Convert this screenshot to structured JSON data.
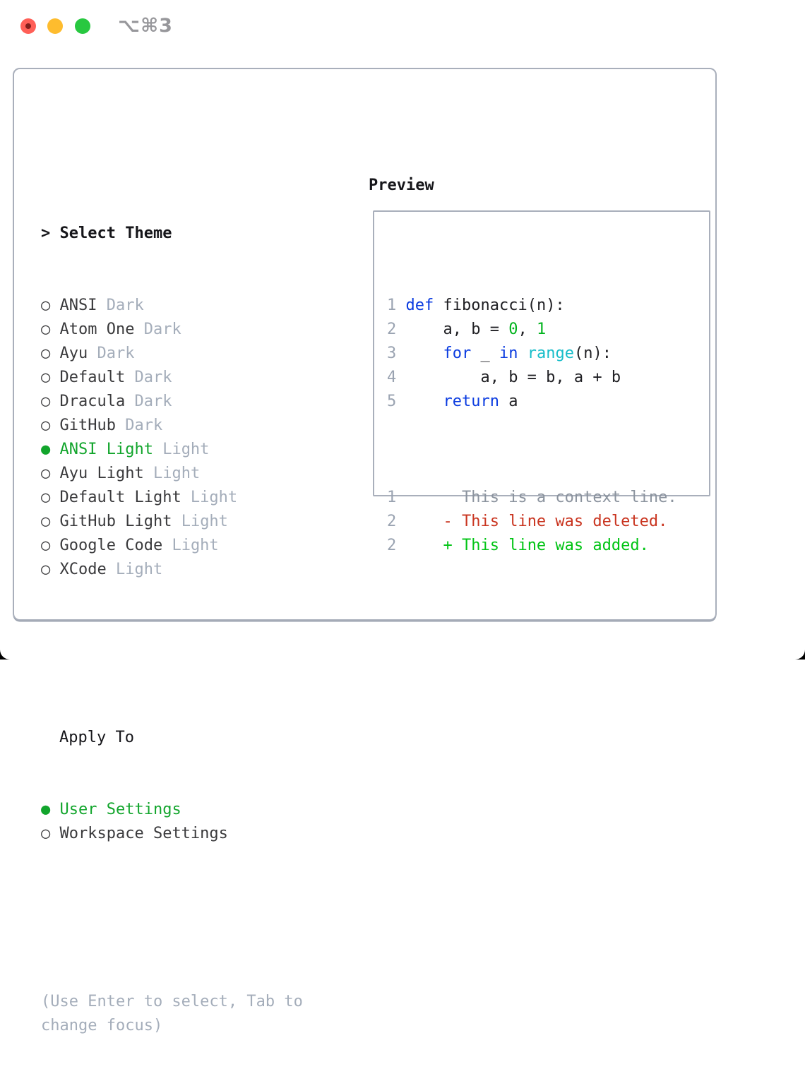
{
  "window": {
    "title_shortcut": "⌥⌘3",
    "traffic_lights": [
      "close-button",
      "minimize-button",
      "zoom-button"
    ]
  },
  "theme_list": {
    "header_prefix": "> ",
    "header": "Select Theme",
    "items": [
      {
        "label": "ANSI",
        "variant": "Dark",
        "selected": false
      },
      {
        "label": "Atom One",
        "variant": "Dark",
        "selected": false
      },
      {
        "label": "Ayu",
        "variant": "Dark",
        "selected": false
      },
      {
        "label": "Default",
        "variant": "Dark",
        "selected": false
      },
      {
        "label": "Dracula",
        "variant": "Dark",
        "selected": false
      },
      {
        "label": "GitHub",
        "variant": "Dark",
        "selected": false
      },
      {
        "label": "ANSI Light",
        "variant": "Light",
        "selected": true
      },
      {
        "label": "Ayu Light",
        "variant": "Light",
        "selected": false
      },
      {
        "label": "Default Light",
        "variant": "Light",
        "selected": false
      },
      {
        "label": "GitHub Light",
        "variant": "Light",
        "selected": false
      },
      {
        "label": "Google Code",
        "variant": "Light",
        "selected": false
      },
      {
        "label": "XCode",
        "variant": "Light",
        "selected": false
      }
    ],
    "bullet_unselected": "○ ",
    "bullet_selected": "● "
  },
  "apply_to": {
    "header": "Apply To",
    "options": [
      {
        "label": "User Settings",
        "selected": true
      },
      {
        "label": "Workspace Settings",
        "selected": false
      }
    ]
  },
  "help_lines": [
    "(Use Enter to select, Tab to",
    "change focus)"
  ],
  "preview": {
    "header": "Preview",
    "code_lines": [
      [
        {
          "t": "1 ",
          "c": "num"
        },
        {
          "t": "def",
          "c": "kw"
        },
        {
          "t": " fibonacci(n):",
          "c": "txt"
        }
      ],
      [
        {
          "t": "2",
          "c": "num"
        },
        {
          "t": "     a, b = ",
          "c": "txt"
        },
        {
          "t": "0",
          "c": "lit"
        },
        {
          "t": ", ",
          "c": "txt"
        },
        {
          "t": "1",
          "c": "lit"
        }
      ],
      [
        {
          "t": "3",
          "c": "num"
        },
        {
          "t": "     ",
          "c": "txt"
        },
        {
          "t": "for",
          "c": "kw"
        },
        {
          "t": " _ ",
          "c": "txt"
        },
        {
          "t": "in",
          "c": "kw"
        },
        {
          "t": " ",
          "c": "txt"
        },
        {
          "t": "range",
          "c": "fn"
        },
        {
          "t": "(n):",
          "c": "txt"
        }
      ],
      [
        {
          "t": "4",
          "c": "num"
        },
        {
          "t": "         a, b = b, a + b",
          "c": "txt"
        }
      ],
      [
        {
          "t": "5",
          "c": "num"
        },
        {
          "t": "     ",
          "c": "txt"
        },
        {
          "t": "return",
          "c": "kw"
        },
        {
          "t": " a",
          "c": "txt"
        }
      ]
    ],
    "diff_lines": [
      [
        {
          "t": "1",
          "c": "num"
        },
        {
          "t": "       This is a context line.",
          "c": "ctx"
        }
      ],
      [
        {
          "t": "2",
          "c": "num"
        },
        {
          "t": "     ",
          "c": "txt"
        },
        {
          "t": "- This line was deleted.",
          "c": "del"
        }
      ],
      [
        {
          "t": "2",
          "c": "num"
        },
        {
          "t": "     ",
          "c": "txt"
        },
        {
          "t": "+ This line was added.",
          "c": "add"
        }
      ]
    ]
  },
  "colors": {
    "accent_green": "#12a52c",
    "muted_gray": "#a4adba",
    "item_text": "#3a3a3c",
    "header_text": "#16161a",
    "panel_border": "#a9afbb",
    "titlebar_text": "#97979b",
    "traffic_red": "#ff5f57",
    "traffic_yellow": "#febc2e",
    "traffic_green": "#28c840",
    "line_number": "#9aa3b1",
    "code_text": "#1f1f23",
    "keyword_blue": "#0a3be0",
    "function_cyan": "#17bdc9",
    "literal_green": "#00b31c",
    "diff_context": "#8b939e",
    "diff_deleted": "#c9341f",
    "diff_added": "#00c414"
  }
}
